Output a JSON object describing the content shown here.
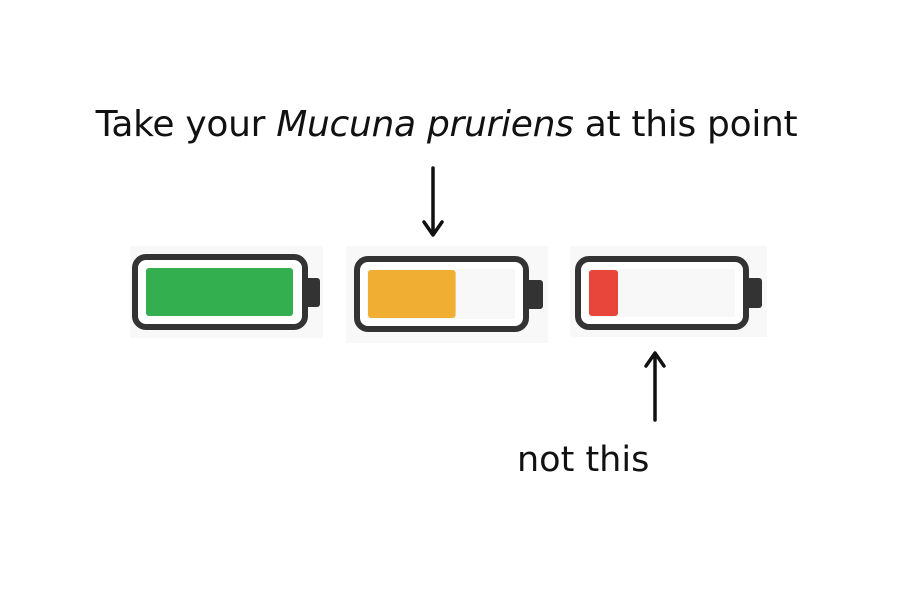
{
  "headline": {
    "prefix": "Take your ",
    "emphasis": "Mucuna pruriens",
    "suffix": " at this point"
  },
  "note": "not this",
  "batteries": [
    {
      "level": "full",
      "charge_fraction": 1.0,
      "color": "#33AF50"
    },
    {
      "level": "medium",
      "charge_fraction": 0.6,
      "color": "#F0AE33"
    },
    {
      "level": "low",
      "charge_fraction": 0.2,
      "color": "#E8463A"
    }
  ],
  "colors": {
    "outline": "#333333",
    "background": "#F8F8F8"
  }
}
